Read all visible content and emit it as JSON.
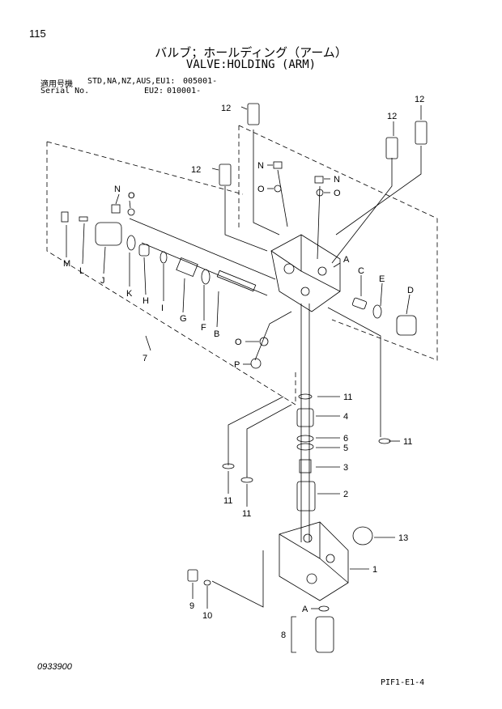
{
  "header": {
    "page_number": "115",
    "title_jp": "バルブ；ホールディング（アーム）",
    "title_en": "VALVE:HOLDING (ARM)",
    "applic_label_jp": "適用号機",
    "applic_models": "STD,NA,NZ,AUS,EU1:",
    "applic_serial1": "005001-",
    "serial_label": "Serial No.",
    "applic_eu2": "EU2:",
    "applic_serial2": "010001-"
  },
  "callouts": {
    "c1": "1",
    "c2": "2",
    "c3": "3",
    "c4": "4",
    "c5": "5",
    "c6": "6",
    "c7": "7",
    "c8": "8",
    "c9": "9",
    "c10": "10",
    "c11a": "11",
    "c11b": "11",
    "c11c": "11",
    "c11d": "11",
    "c12a": "12",
    "c12b": "12",
    "c12c": "12",
    "c12d": "12",
    "c13": "13",
    "A1": "A",
    "A2": "A",
    "B": "B",
    "C": "C",
    "D": "D",
    "E": "E",
    "F": "F",
    "G": "G",
    "H": "H",
    "I": "I",
    "J": "J",
    "K": "K",
    "L": "L",
    "M": "M",
    "N1": "N",
    "N2": "N",
    "N3": "N",
    "O1": "O",
    "O2": "O",
    "O3": "O",
    "O4": "O",
    "P": "P"
  },
  "footer": {
    "doc_code": "0933900",
    "fig_ref": "PIF1-E1-4"
  }
}
